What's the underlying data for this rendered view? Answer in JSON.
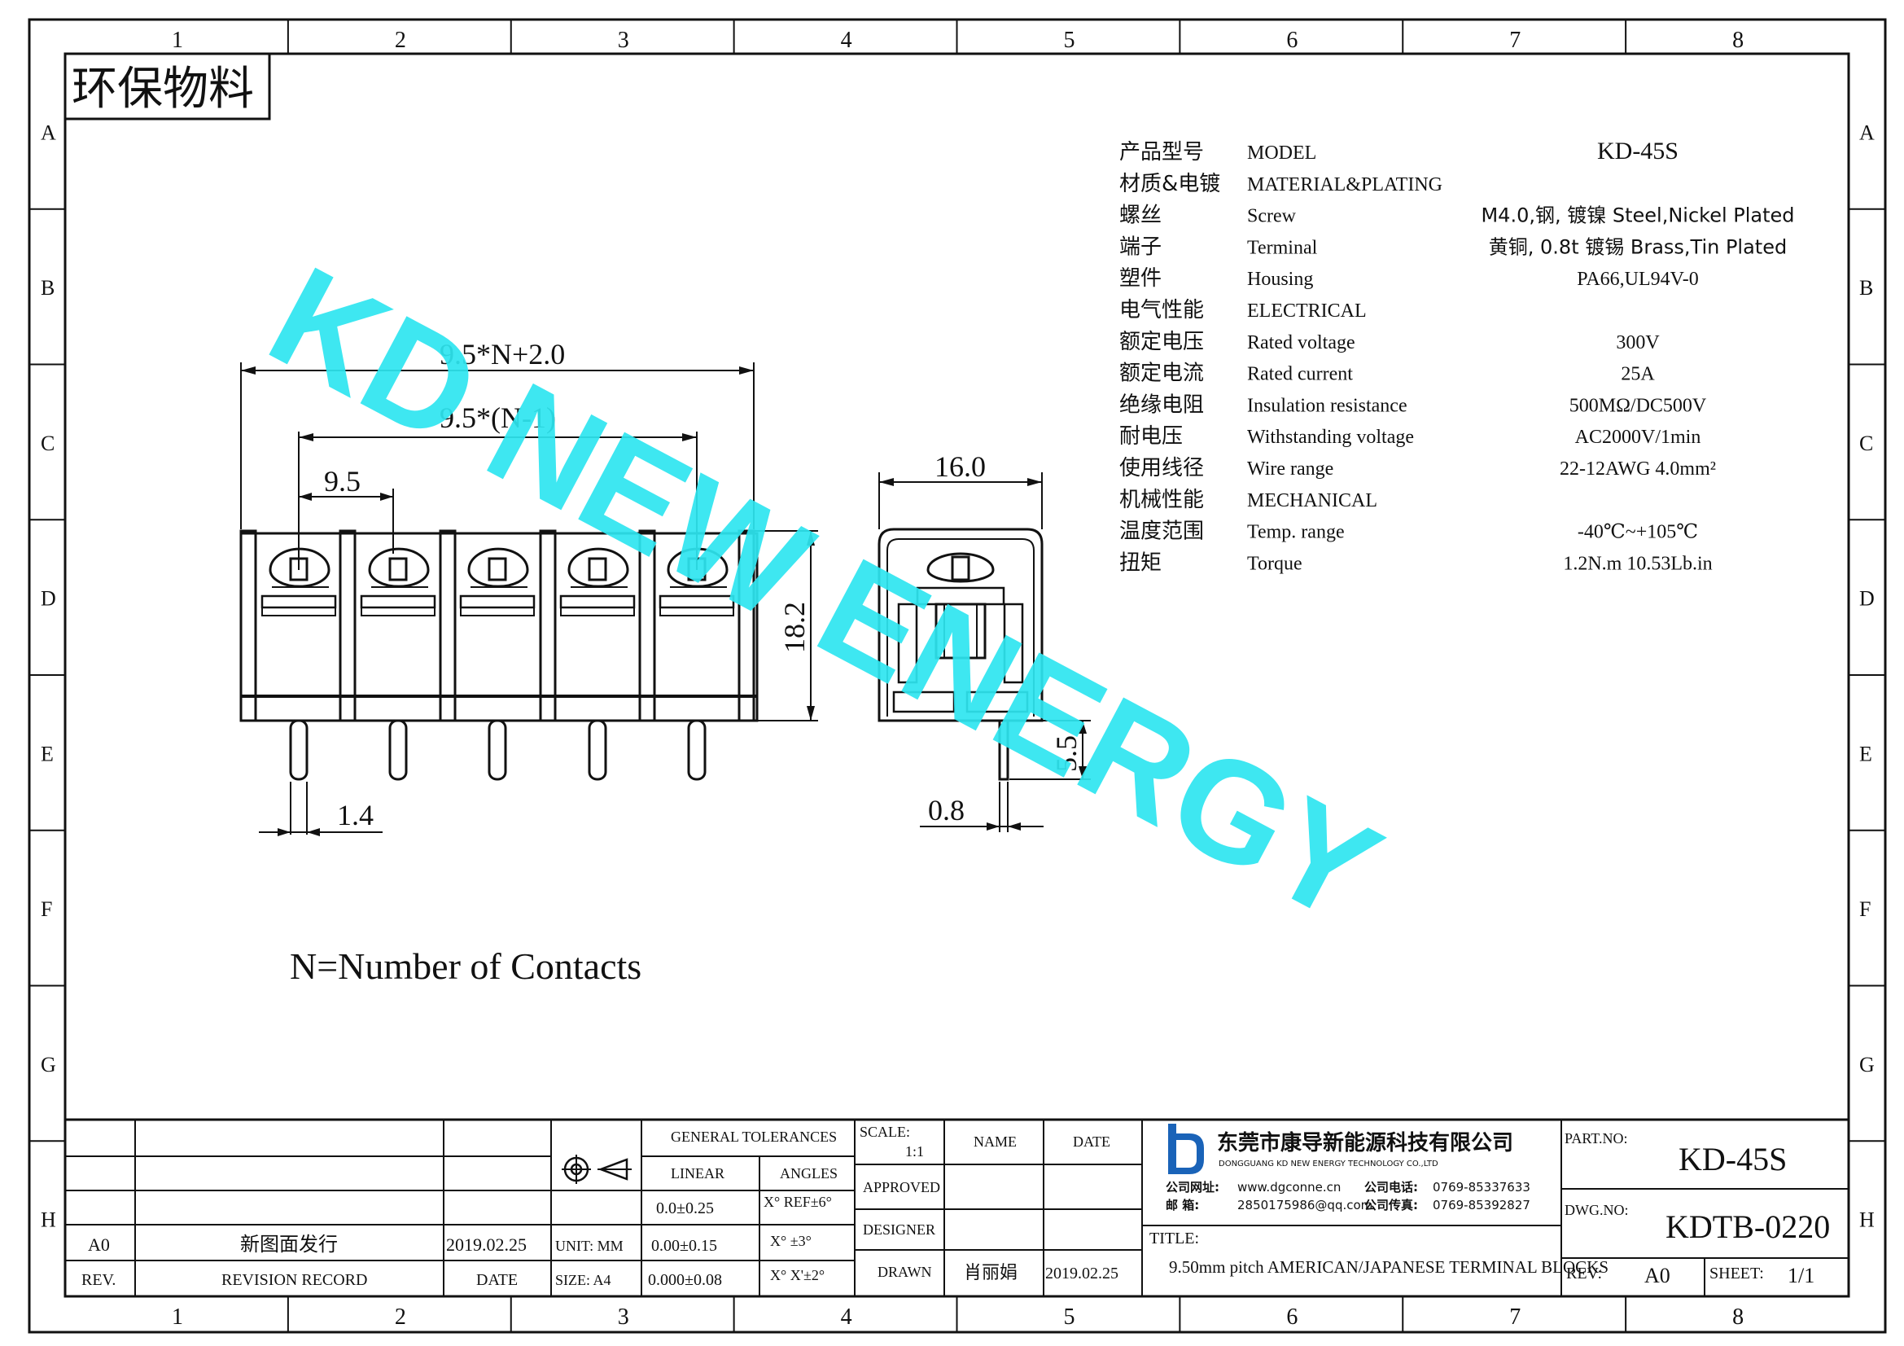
{
  "frame": {
    "columns": [
      "1",
      "2",
      "3",
      "4",
      "5",
      "6",
      "7",
      "8"
    ],
    "rows": [
      "A",
      "B",
      "C",
      "D",
      "E",
      "F",
      "G",
      "H"
    ]
  },
  "eco_label": "环保物料",
  "watermark": "KD NEW ENERGY",
  "dimensions": {
    "overall_length": "9.5*N+2.0",
    "span": "9.5*(N-1)",
    "pitch": "9.5",
    "height": "18.2",
    "pin_width": "1.4",
    "depth": "16.0",
    "pin_length": "5.5",
    "pin_thickness": "0.8"
  },
  "note": "N=Number of Contacts",
  "specs": [
    {
      "cn": "产品型号",
      "en": "MODEL",
      "val": "KD-45S"
    },
    {
      "cn": "材质&电镀",
      "en": "MATERIAL&PLATING",
      "val": ""
    },
    {
      "cn": "螺丝",
      "en": "Screw",
      "val": "M4.0,钢, 镀镍 Steel,Nickel Plated"
    },
    {
      "cn": "端子",
      "en": "Terminal",
      "val": "黄铜, 0.8t 镀锡 Brass,Tin Plated"
    },
    {
      "cn": "塑件",
      "en": "Housing",
      "val": "PA66,UL94V-0"
    },
    {
      "cn": "电气性能",
      "en": "ELECTRICAL",
      "val": ""
    },
    {
      "cn": "额定电压",
      "en": "Rated voltage",
      "val": "300V"
    },
    {
      "cn": "额定电流",
      "en": "Rated current",
      "val": "25A"
    },
    {
      "cn": "绝缘电阻",
      "en": "Insulation resistance",
      "val": "500MΩ/DC500V"
    },
    {
      "cn": "耐电压",
      "en": "Withstanding voltage",
      "val": "AC2000V/1min"
    },
    {
      "cn": "使用线径",
      "en": "Wire range",
      "val": "22-12AWG 4.0mm²"
    },
    {
      "cn": "机械性能",
      "en": "MECHANICAL",
      "val": ""
    },
    {
      "cn": "温度范围",
      "en": "Temp. range",
      "val": "-40℃~+105℃"
    },
    {
      "cn": "扭矩",
      "en": "Torque",
      "val": "1.2N.m  10.53Lb.in"
    }
  ],
  "title_block": {
    "revision": {
      "rev": "A0",
      "record": "新图面发行",
      "date": "2019.02.25"
    },
    "revision_headers": {
      "rev": "REV.",
      "record": "REVISION RECORD",
      "date": "DATE"
    },
    "unit": "UNIT: MM",
    "size": "SIZE: A4",
    "general_tolerances": "GENERAL TOLERANCES",
    "linear": "LINEAR",
    "angles": "ANGLES",
    "tol_linear": [
      "0.0±0.25",
      "0.00±0.15",
      "0.000±0.08"
    ],
    "tol_angles": [
      "X° REF±6°",
      "X° ±3°",
      "X° X'±2°"
    ],
    "scale_label": "SCALE:",
    "scale": "1:1",
    "name_label": "NAME",
    "date_label": "DATE",
    "approved_label": "APPROVED",
    "designer_label": "DESIGNER",
    "drawn_label": "DRAWN",
    "drawn_name": "肖丽娟",
    "drawn_date": "2019.02.25",
    "company_cn": "东莞市康导新能源科技有限公司",
    "company_en": "DONGGUANG KD NEW ENERGY TECHNOLOGY CO.,LTD",
    "website_label": "公司网址:",
    "website": "www.dgconne.cn",
    "phone_label": "公司电话:",
    "phone": "0769-85337633",
    "email_label": "邮    箱:",
    "email": "2850175986@qq.com",
    "fax_label": "公司传真:",
    "fax": "0769-85392827",
    "title_label": "TITLE:",
    "title": "9.50mm pitch AMERICAN/JAPANESE TERMINAL BLOCKS",
    "part_no_label": "PART.NO:",
    "part_no": "KD-45S",
    "dwg_no_label": "DWG.NO:",
    "dwg_no": "KDTB-0220",
    "rev_label": "REV:",
    "rev": "A0",
    "sheet_label": "SHEET:",
    "sheet": "1/1"
  },
  "colors": {
    "watermark": "#2ee6f0",
    "line": "#111111",
    "logo_blue": "#1a63b8"
  }
}
